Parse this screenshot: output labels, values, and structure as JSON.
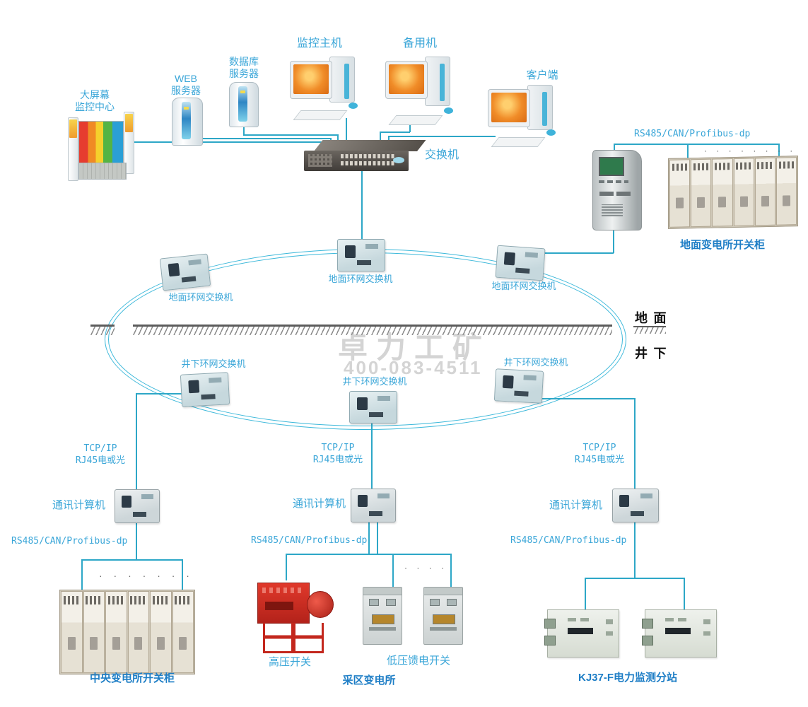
{
  "labels": {
    "big_screen_line1": "大屏幕",
    "big_screen_line2": "监控中心",
    "web_server_line1": "WEB",
    "web_server_line2": "服务器",
    "db_server_line1": "数据库",
    "db_server_line2": "服务器",
    "monitor_host": "监控主机",
    "backup_machine": "备用机",
    "client": "客户端",
    "ethernet_switch": "交换机",
    "fieldbus": "RS485/CAN/Profibus-dp",
    "surface_cabinet": "地面变电所开关柜",
    "surface_ring_switch": "地面环网交换机",
    "underground_ring_switch": "井下环网交换机",
    "surface": "地 面",
    "underground": "井 下",
    "tcp": "TCP/IP",
    "rj45": "RJ45电或光",
    "comm_computer": "通讯计算机",
    "central_cabinet": "中央变电所开关柜",
    "hv_switch": "高压开关",
    "lv_feeder_switch": "低压馈电开关",
    "mining_substation": "采区变电所",
    "kj37_station": "KJ37-F电力监测分站"
  },
  "watermark": {
    "brand": "卓力工矿",
    "phone": "400-083-4511"
  },
  "dots": {
    "cabinet_top": "· · · · · · · ·",
    "central_bracket": "· · · · · · ·",
    "lv_bracket": "· · · ·"
  },
  "colors": {
    "label_blue": "#3aa6d8",
    "label_bold_blue": "#1e7ec6",
    "line_teal": "#2da7c7",
    "ring_cyan": "#3cb8da",
    "ground_gray": "#5c5c5c",
    "hv_red": "#c3271d",
    "screen_orange": "#f08c28",
    "tower_screen_green": "#2f7a4c"
  }
}
